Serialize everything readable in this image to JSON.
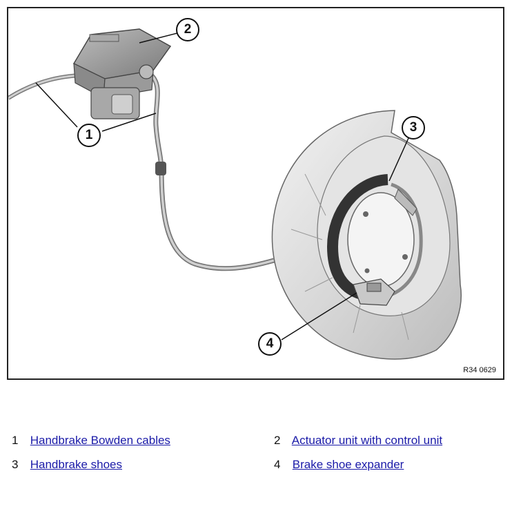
{
  "diagram": {
    "callouts": [
      {
        "number": "1"
      },
      {
        "number": "2"
      },
      {
        "number": "3"
      },
      {
        "number": "4"
      }
    ],
    "reference_code": "R34 0629"
  },
  "legend": [
    {
      "number": "1",
      "label": "Handbrake Bowden cables"
    },
    {
      "number": "2",
      "label": "Actuator unit with control unit"
    },
    {
      "number": "3",
      "label": "Handbrake shoes"
    },
    {
      "number": "4",
      "label": "Brake shoe expander"
    }
  ],
  "colors": {
    "link": "#1a1aa8",
    "frame": "#222222"
  }
}
